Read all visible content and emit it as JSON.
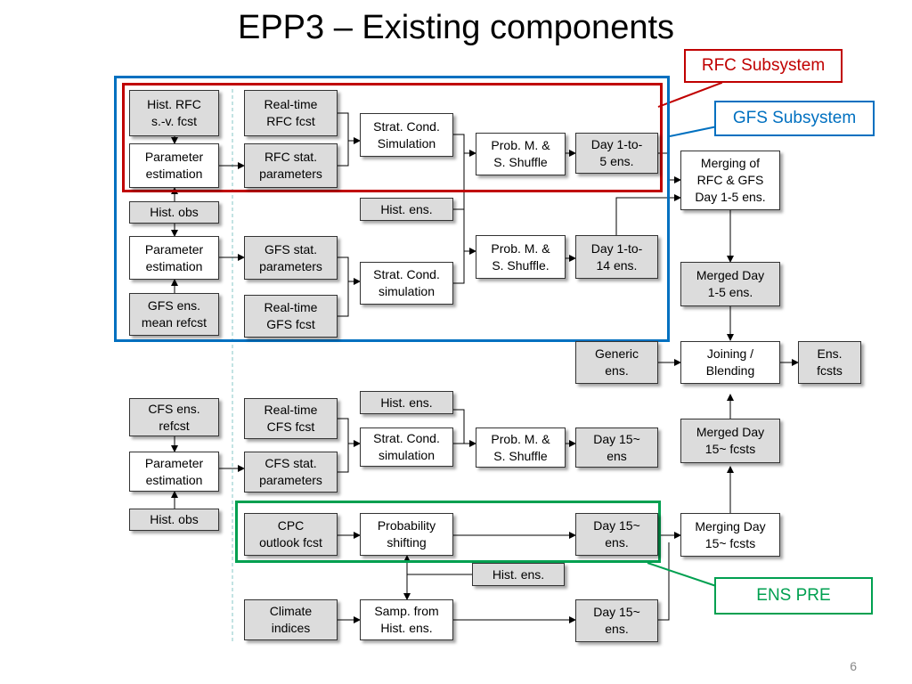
{
  "title": "EPP3 – Existing components",
  "page_number": "6",
  "callouts": {
    "rfc": "RFC Subsystem",
    "gfs": "GFS Subsystem",
    "ens": "ENS PRE"
  },
  "colors": {
    "rfc_frame": "#c00000",
    "gfs_frame": "#0070c0",
    "ens_frame": "#00a050",
    "gray_box": "#dcdcdc"
  },
  "boxes": {
    "hist_rfc_svfcst": "Hist. RFC\ns.-v. fcst",
    "realtime_rfc_fcst": "Real-time\nRFC fcst",
    "strat_cond_sim_rfc": "Strat. Cond.\nSimulation",
    "prob_shuffle_rfc": "Prob. M. &\nS. Shuffle",
    "day1to5_ens": "Day 1-to-\n5 ens.",
    "param_est_rfc": "Parameter\nestimation",
    "rfc_stat_params": "RFC stat.\nparameters",
    "merging_rfc_gfs": "Merging of\nRFC & GFS\nDay 1-5 ens.",
    "hist_obs_1": "Hist. obs",
    "hist_ens_1": "Hist. ens.",
    "param_est_gfs": "Parameter\nestimation",
    "gfs_stat_params": "GFS stat.\nparameters",
    "prob_shuffle_gfs": "Prob. M. &\nS. Shuffle.",
    "day1to14_ens": "Day 1-to-\n14 ens.",
    "strat_cond_sim_gfs": "Strat. Cond.\nsimulation",
    "merged_day1to5": "Merged Day\n1-5 ens.",
    "gfs_ens_mean_refcst": "GFS ens.\nmean refcst",
    "realtime_gfs_fcst": "Real-time\nGFS fcst",
    "generic_ens": "Generic\nens.",
    "joining_blending": "Joining /\nBlending",
    "ens_fcsts": "Ens.\nfcsts",
    "cfs_ens_refcst": "CFS ens.\nrefcst",
    "realtime_cfs_fcst": "Real-time\nCFS fcst",
    "hist_ens_2": "Hist. ens.",
    "strat_cond_sim_cfs": "Strat. Cond.\nsimulation",
    "prob_shuffle_cfs": "Prob. M. &\nS. Shuffle",
    "day15_ens_cfs": "Day 15~\nens",
    "merged_day15_fcsts": "Merged Day\n15~ fcsts",
    "param_est_cfs": "Parameter\nestimation",
    "cfs_stat_params": "CFS stat.\nparameters",
    "hist_obs_2": "Hist. obs",
    "cpc_outlook_fcst": "CPC\noutlook fcst",
    "prob_shifting": "Probability\nshifting",
    "day15_ens_cpc": "Day 15~\nens.",
    "merging_day15_fcsts": "Merging Day\n15~ fcsts",
    "hist_ens_3": "Hist. ens.",
    "climate_indices": "Climate\nindices",
    "samp_hist_ens": "Samp. from\nHist. ens.",
    "day15_ens_climate": "Day 15~\nens."
  }
}
